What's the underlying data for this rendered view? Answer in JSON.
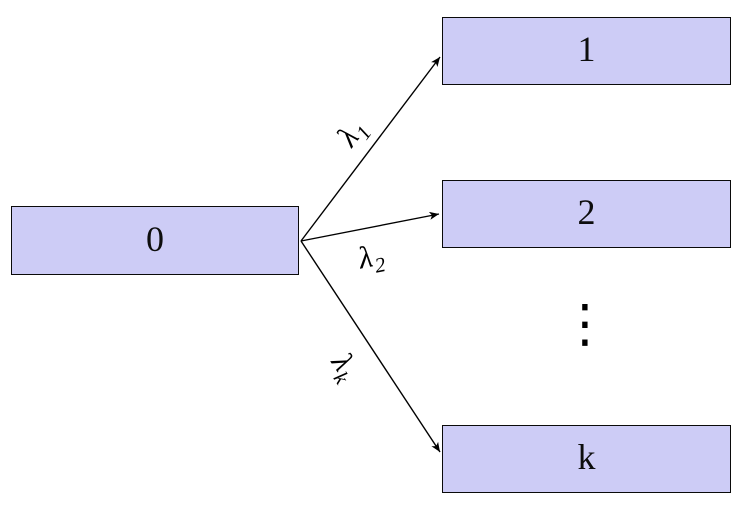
{
  "colors": {
    "background": "#ffffff",
    "node_fill": "#cdccf6",
    "node_border": "#0a0a0a",
    "arrow": "#000000"
  },
  "diagram": {
    "type": "state-transition",
    "nodes": [
      {
        "id": "0",
        "label": "0"
      },
      {
        "id": "1",
        "label": "1"
      },
      {
        "id": "2",
        "label": "2"
      },
      {
        "id": "k",
        "label": "k"
      }
    ],
    "edges": [
      {
        "from": "0",
        "to": "1",
        "rate_base": "λ",
        "rate_sub": "1"
      },
      {
        "from": "0",
        "to": "2",
        "rate_base": "λ",
        "rate_sub": "2"
      },
      {
        "from": "0",
        "to": "k",
        "rate_base": "λ",
        "rate_sub": "k"
      }
    ],
    "ellipsis": "⋮"
  }
}
